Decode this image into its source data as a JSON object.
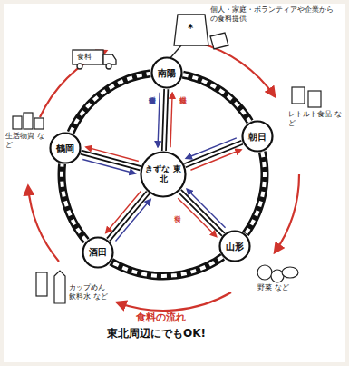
{
  "diagram": {
    "nodes": [
      {
        "text": [
          "南陽"
        ]
      },
      {
        "text": [
          "朝日"
        ]
      },
      {
        "text": [
          "山形"
        ]
      },
      {
        "text": [
          "酒田"
        ]
      },
      {
        "text": [
          "鶴岡"
        ]
      },
      {
        "text": [
          "きずな 東北"
        ]
      }
    ],
    "edges": [
      {
        "from": 5,
        "to": 0,
        "arrow": "both"
      },
      {
        "from": 5,
        "to": 1,
        "arrow": "both"
      },
      {
        "from": 5,
        "to": 2,
        "arrow": "both"
      },
      {
        "from": 5,
        "to": 3,
        "arrow": "both"
      },
      {
        "from": 5,
        "to": 4,
        "arrow": "both"
      },
      {
        "from": 0,
        "to": 1,
        "arrow": "none"
      },
      {
        "from": 1,
        "to": 2,
        "arrow": "none"
      },
      {
        "from": 2,
        "to": 3,
        "arrow": "none"
      },
      {
        "from": 3,
        "to": 4,
        "arrow": "none"
      },
      {
        "from": 4,
        "to": 0,
        "arrow": "none"
      }
    ],
    "labels": [
      "個人・家庭・ボランティアや企業からの食料提供",
      "食料",
      "生活物資 など",
      "レトルト食品 など",
      "野菜 など",
      "カップめん 飲料水 など",
      "食料支援情報",
      "食料提供",
      "食料",
      "食料の流れ",
      "東北周辺にでもOK!",
      "*"
    ]
  }
}
